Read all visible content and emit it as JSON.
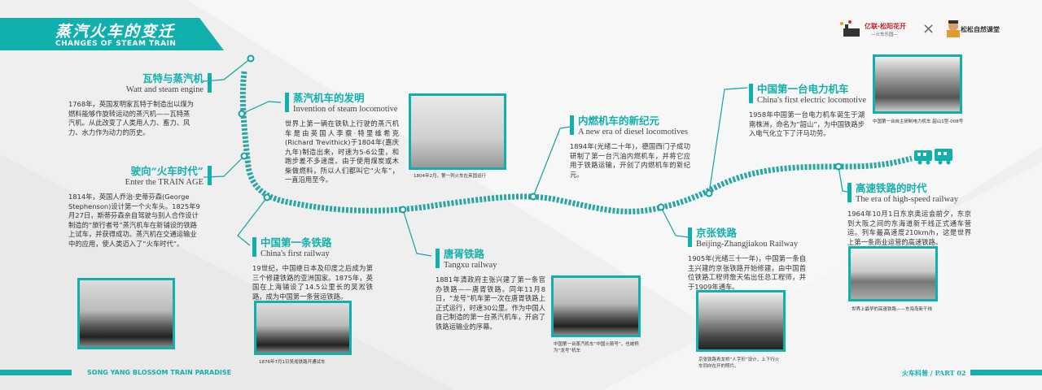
{
  "header": {
    "title_cn": "蒸汽火车的变迁",
    "title_en": "CHANGES OF STEAM TRAIN"
  },
  "logos": {
    "left": "亿联·松阳花开",
    "left_sub": "—火车乐园—",
    "separator": "×",
    "right": "松松自然课堂"
  },
  "accent_color": "#12b0ad",
  "sections": [
    {
      "title": "瓦特与蒸汽机",
      "subtitle": "Watt and steam engine",
      "body": "1768年，英国发明家瓦特于制造出以煤为燃料能够作旋转运动的蒸汽机——瓦特蒸汽机。从此改变了人类用人力、畜力、风力、水力作为动力的历史。"
    },
    {
      "title": "驶向“火车时代”",
      "subtitle": "Enter the TRAIN AGE",
      "body": "1814年，英国人乔治·史蒂芬森(George Stephenson)设计第一个火车头。1825年9月27日，斯蒂芬森亲自驾驶与别人合作设计制造的“旅行者号”蒸汽机车在新铺设的铁路上试车，并获得成功。蒸汽机在交通运输业中的应用，使人类迈入了“火车时代”。"
    },
    {
      "title": "蒸汽机车的发明",
      "subtitle": "Invention of steam locomotive",
      "body": "世界上第一辆在铁轨上行驶的蒸汽机车是由英国人李察·特里维希克(Richard Trevithick)于1804年(嘉庆九年)制造出来，时速为5-6公里，和跑步差不多速度。由于使用煤炭或木柴做燃料，所以人们都叫它“火车”，一直沿用至今。",
      "caption": "1804年2月，第一列火车在英国运行"
    },
    {
      "title": "中国第一条铁路",
      "subtitle": "China's first railway",
      "body": "19世纪，中国继日本及印度之后成为第三个修建铁路的亚洲国家。1875年，英国在上海铺设了14.5公里长的吴淞铁路，成为中国第一条营运铁路。",
      "caption": "1876年7月1日吴淞铁路开通试车"
    },
    {
      "title": "唐胥铁路",
      "subtitle": "Tangxu railway",
      "body": "1881年清政府主张兴建了第一条官办铁路——唐胥铁路。同年11月8日，“龙号”机车第一次在唐胥铁路上正式运行，时速30公里。作为中国人自己制造的第一台蒸汽机车，开启了铁路运输业的序幕。",
      "caption": "中国第一台蒸汽机车“中国火箭号”，也被称为“龙号”机车"
    },
    {
      "title": "内燃机车的新纪元",
      "subtitle": "A new era of diesel locomotives",
      "body": "1894年(光绪二十年)，德国西门子成功研制了第一台汽油内燃机车，并将它应用于铁路运输，开创了内燃机车的新纪元。"
    },
    {
      "title": "京张铁路",
      "subtitle": "Beijing-Zhangjiakou Railway",
      "body": "1905年(光绪三十一年)，中国第一条自主兴建的京张铁路开始修建，由中国首位铁路工程师詹天佑出任总工程师，并于1909年通车。",
      "caption": "京张铁路青龙桥“人字形”设计，上下行火车同向在开的照片。"
    },
    {
      "title": "中国第一台电力机车",
      "subtitle": "China's first electric locomotive",
      "body": "1958年中国第一台电力机车诞生于湖南株洲，命名为“韶山”，为中国铁路步入电气化立下了汗马功劳。",
      "caption": "中国第一台自主研制电力机车 韶山1型-008号"
    },
    {
      "title": "高速铁路的时代",
      "subtitle": "The era of high-speed railway",
      "body": "1964年10月1日东京奥运会前夕，东京到大阪之间的东海道新干线正式通车营运。列车最高速度210km/h，这是世界上第一条商业运营的高速铁路。",
      "caption": "世界上最早的高速铁路——东海岛新干线"
    }
  ],
  "footer": {
    "left": "SONG YANG  BLOSSOM  TRAIN PARADISE",
    "right": "火车科普 / PART 02"
  }
}
